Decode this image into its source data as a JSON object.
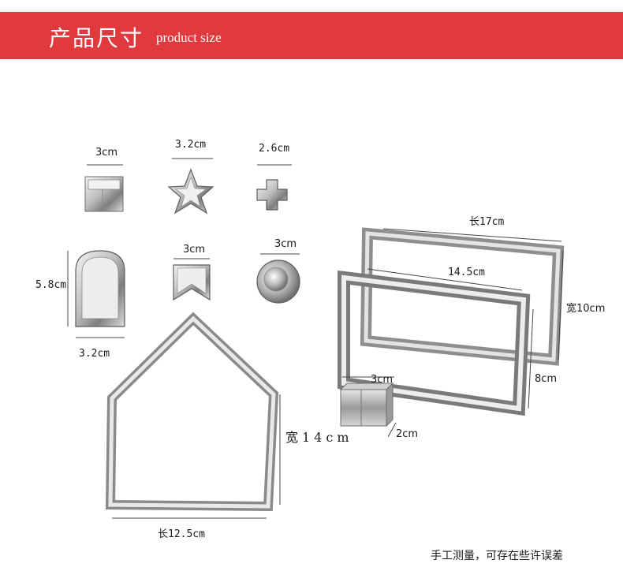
{
  "header": {
    "title_zh": "产品尺寸",
    "title_en": "product size"
  },
  "dimensions": {
    "square_width": "3cm",
    "star_width": "3.2cm",
    "cross_width": "2.6cm",
    "arch_height": "5.8cm",
    "arch_width": "3.2cm",
    "flag_width": "3cm",
    "circle_width": "3cm",
    "house_width": "长12.5cm",
    "house_height": "宽14cm",
    "big_rect_length": "长17cm",
    "big_rect_width": "宽10cm",
    "mid_rect_length": "14.5cm",
    "rect_height": "8cm",
    "small_box_width": "3cm",
    "small_box_depth": "2cm"
  },
  "footer": {
    "note": "手工测量，可存在些许误差"
  },
  "colors": {
    "banner": "#e0393e",
    "steel_light": "#eeeeee",
    "steel_dark": "#8a8a8a"
  }
}
